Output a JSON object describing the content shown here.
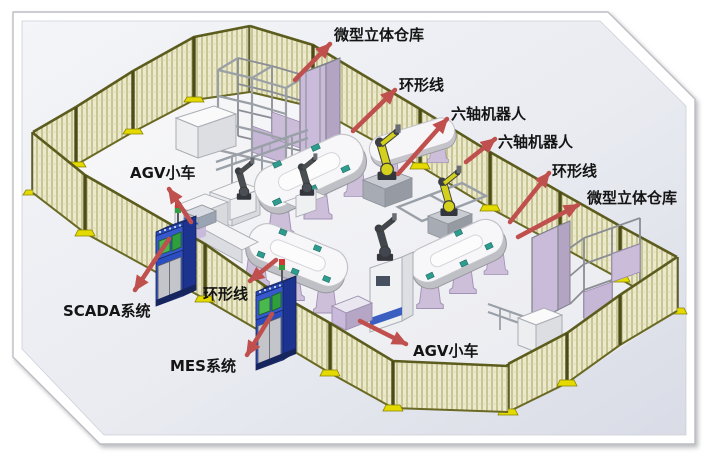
{
  "figure": {
    "type": "annotated-3d-render-of-automated-production-line",
    "annotations": [
      {
        "id": "micro-warehouse-top",
        "label": "微型立体仓库"
      },
      {
        "id": "ring-line-top",
        "label": "环形线"
      },
      {
        "id": "six-axis-robot-1",
        "label": "六轴机器人"
      },
      {
        "id": "six-axis-robot-2",
        "label": "六轴机器人"
      },
      {
        "id": "ring-line-right",
        "label": "环形线"
      },
      {
        "id": "micro-warehouse-right",
        "label": "微型立体仓库"
      },
      {
        "id": "agv-cart-top",
        "label": "AGV小车"
      },
      {
        "id": "scada-system",
        "label": "SCADA系统"
      },
      {
        "id": "ring-line-bottom",
        "label": "环形线"
      },
      {
        "id": "mes-system",
        "label": "MES系统"
      },
      {
        "id": "agv-cart-bottom",
        "label": "AGV小车"
      }
    ],
    "colors": {
      "callout_arrow": "#c0504d",
      "fence_frame": "#5c5c1e",
      "fence_mesh": "#ece9cd",
      "fence_foot_yellow": "#e4da00",
      "panel_lavender": "#c6b7d6",
      "kiosk_blue": "#2a4ec0",
      "screen_green": "#3fae46",
      "robot_yellow": "#d4d01e",
      "backdrop_gray": "#e3e5ec"
    }
  }
}
